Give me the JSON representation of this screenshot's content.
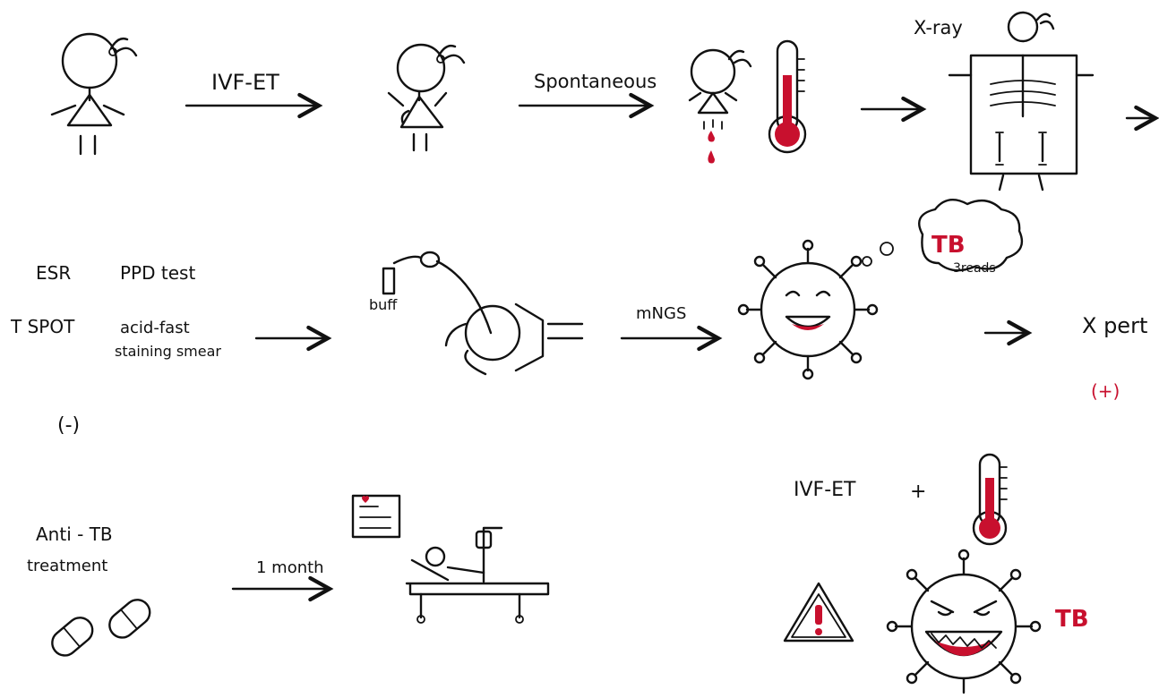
{
  "row1": {
    "arrow1_label": "IVF-ET",
    "arrow2_label": "Spontaneous",
    "xray_label": "X-ray"
  },
  "row2": {
    "tests": {
      "esr": "ESR",
      "ppd": "PPD test",
      "tspot": "T SPOT",
      "acid_fast_line1": "acid-fast",
      "acid_fast_line2": "staining smear",
      "result": "(-)"
    },
    "buff_label": "buff",
    "mngs_label": "mNGS",
    "thought_tb": "TB",
    "thought_reads": "3reads",
    "xpert_label": "X pert",
    "xpert_result": "(+)"
  },
  "row3": {
    "treatment_line1": "Anti - TB",
    "treatment_line2": "treatment",
    "duration_label": "1 month",
    "summary_ivf": "IVF-ET",
    "summary_plus": "+",
    "summary_tb": "TB"
  },
  "colors": {
    "ink": "#111111",
    "accent_red": "#c8102e"
  }
}
